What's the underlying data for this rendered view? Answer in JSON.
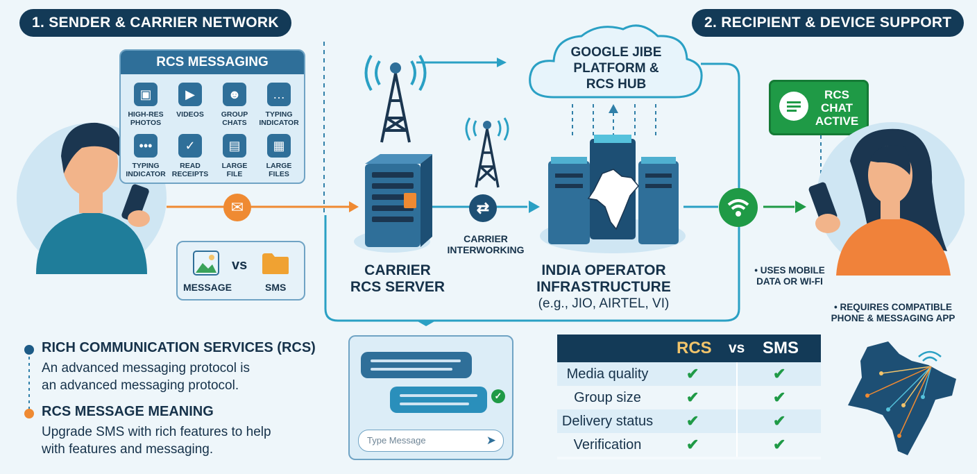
{
  "headers": {
    "left": "1. SENDER & CARRIER NETWORK",
    "right": "2. RECIPIENT & DEVICE SUPPORT"
  },
  "rcs_panel": {
    "title": "RCS MESSAGING",
    "features": [
      {
        "label": "HIGH-RES\nPHOTOS",
        "icon": "photo-icon"
      },
      {
        "label": "VIDEOS",
        "icon": "video-icon"
      },
      {
        "label": "GROUP\nCHATS",
        "icon": "group-icon"
      },
      {
        "label": "TYPING\nINDICATOR",
        "icon": "chat-dots-icon"
      },
      {
        "label": "TYPING\nINDICATOR",
        "icon": "typing-icon"
      },
      {
        "label": "READ\nRECEIPTS",
        "icon": "check-icon"
      },
      {
        "label": "LARGE\nFILE",
        "icon": "file-icon"
      },
      {
        "label": "LARGE\nFILES",
        "icon": "document-icon"
      }
    ]
  },
  "compare_box": {
    "left_label": "MESSAGE",
    "vs": "vs",
    "right_label": "SMS"
  },
  "network": {
    "carrier_server": "CARRIER\nRCS SERVER",
    "interworking": "CARRIER\nINTERWORKING",
    "cloud": "GOOGLE JIBE\nPLATFORM &\nRCS HUB",
    "india_title": "INDIA OPERATOR\nINFRASTRUCTURE",
    "india_sub": "(e.g., JIO, AIRTEL, VI)"
  },
  "recipient": {
    "chat_badge": "RCS\nCHAT\nACTIVE",
    "note1": "• USES MOBILE\nDATA OR WI-FI",
    "note2": "• REQUIRES COMPATIBLE\nPHONE & MESSAGING APP"
  },
  "definitions": [
    {
      "title": "RICH COMMUNICATION SERVICES (RCS)",
      "text": "An advanced messaging protocol is\nan advanced messaging protocol.",
      "color": "#1d5b86"
    },
    {
      "title": "RCS MESSAGE MEANING",
      "text": "Upgrade SMS with rich features to help\nwith features and messaging.",
      "color": "#ef8a32"
    }
  ],
  "chat_input": {
    "placeholder": "Type Message"
  },
  "table": {
    "col1": "RCS",
    "vs": "vs",
    "col2": "SMS",
    "rows": [
      "Media quality",
      "Group size",
      "Delivery status",
      "Verification"
    ]
  },
  "colors": {
    "navy": "#133a57",
    "orange": "#ef8a32",
    "green": "#1f9a46",
    "teal": "#2aa0c4",
    "rcs_gold": "#f2c46b"
  }
}
